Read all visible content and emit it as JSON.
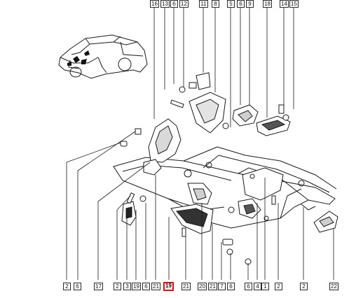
{
  "diagram": {
    "highlight_color": "#e01010",
    "line_color": "#1a1a1a",
    "top_callouts": [
      "16",
      "13",
      "6",
      "12",
      "11",
      "8",
      "5",
      "6",
      "9",
      "18",
      "14",
      "15"
    ],
    "bottom_callouts": [
      "2",
      "6",
      "17",
      "2",
      "3",
      "19",
      "6",
      "21",
      "19",
      "21",
      "20",
      "21",
      "7",
      "6",
      "6",
      "4",
      "1",
      "2",
      "2",
      "22"
    ],
    "highlighted_callout": "19",
    "car_icon": "car-location-icon"
  }
}
